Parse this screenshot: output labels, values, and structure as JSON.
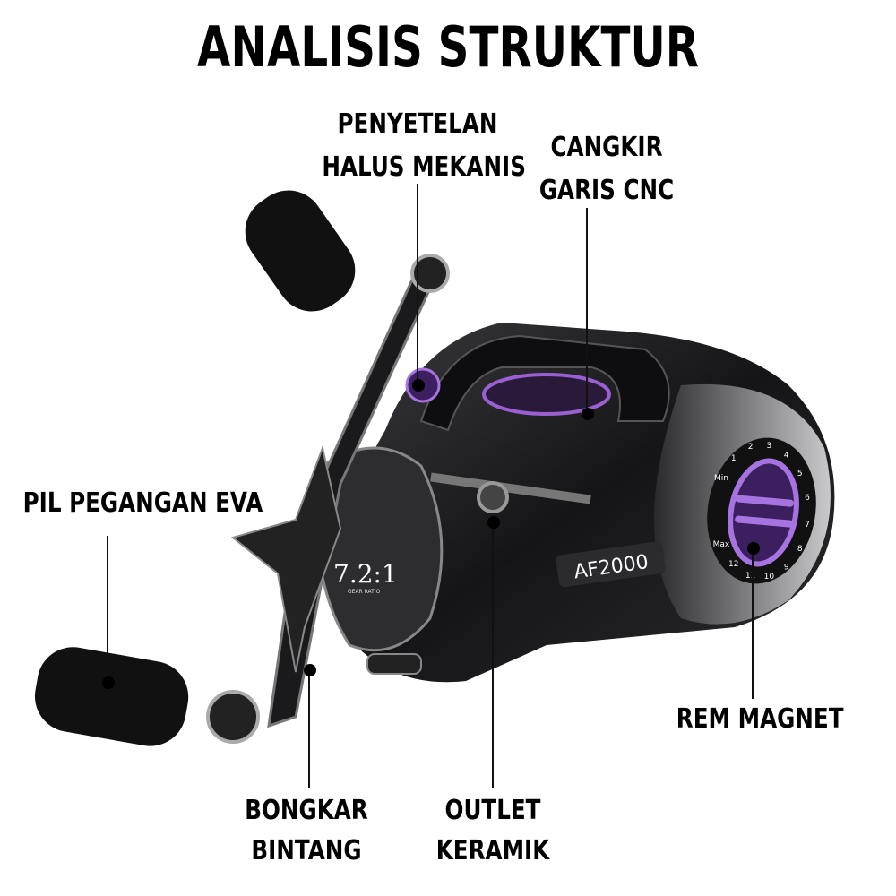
{
  "title": "ANALISIS STRUKTUR",
  "callouts": {
    "fine_adjust": [
      "PENYETELAN",
      "HALUS MEKANIS"
    ],
    "cnc_cup": [
      "CANGKIR",
      "GARIS CNC"
    ],
    "eva_handle": [
      "PIL PEGANGAN EVA"
    ],
    "magnet_brake": [
      "REM MAGNET"
    ],
    "star_drag": [
      "BONGKAR",
      "BINTANG"
    ],
    "ceramic_outlet": [
      "OUTLET",
      "KERAMIK"
    ]
  },
  "reel": {
    "model": "AF2000",
    "gear_ratio": "7.2:1",
    "gear_ratio_caption": "GEAR RATIO",
    "dial_labels": [
      "Min",
      "1",
      "2",
      "3",
      "4",
      "5",
      "6",
      "7",
      "8",
      "9",
      "10",
      "11",
      "12",
      "Max"
    ]
  },
  "colors": {
    "accent": "#7a3fb0",
    "body": "#1c1c1e",
    "text": "#000000"
  }
}
